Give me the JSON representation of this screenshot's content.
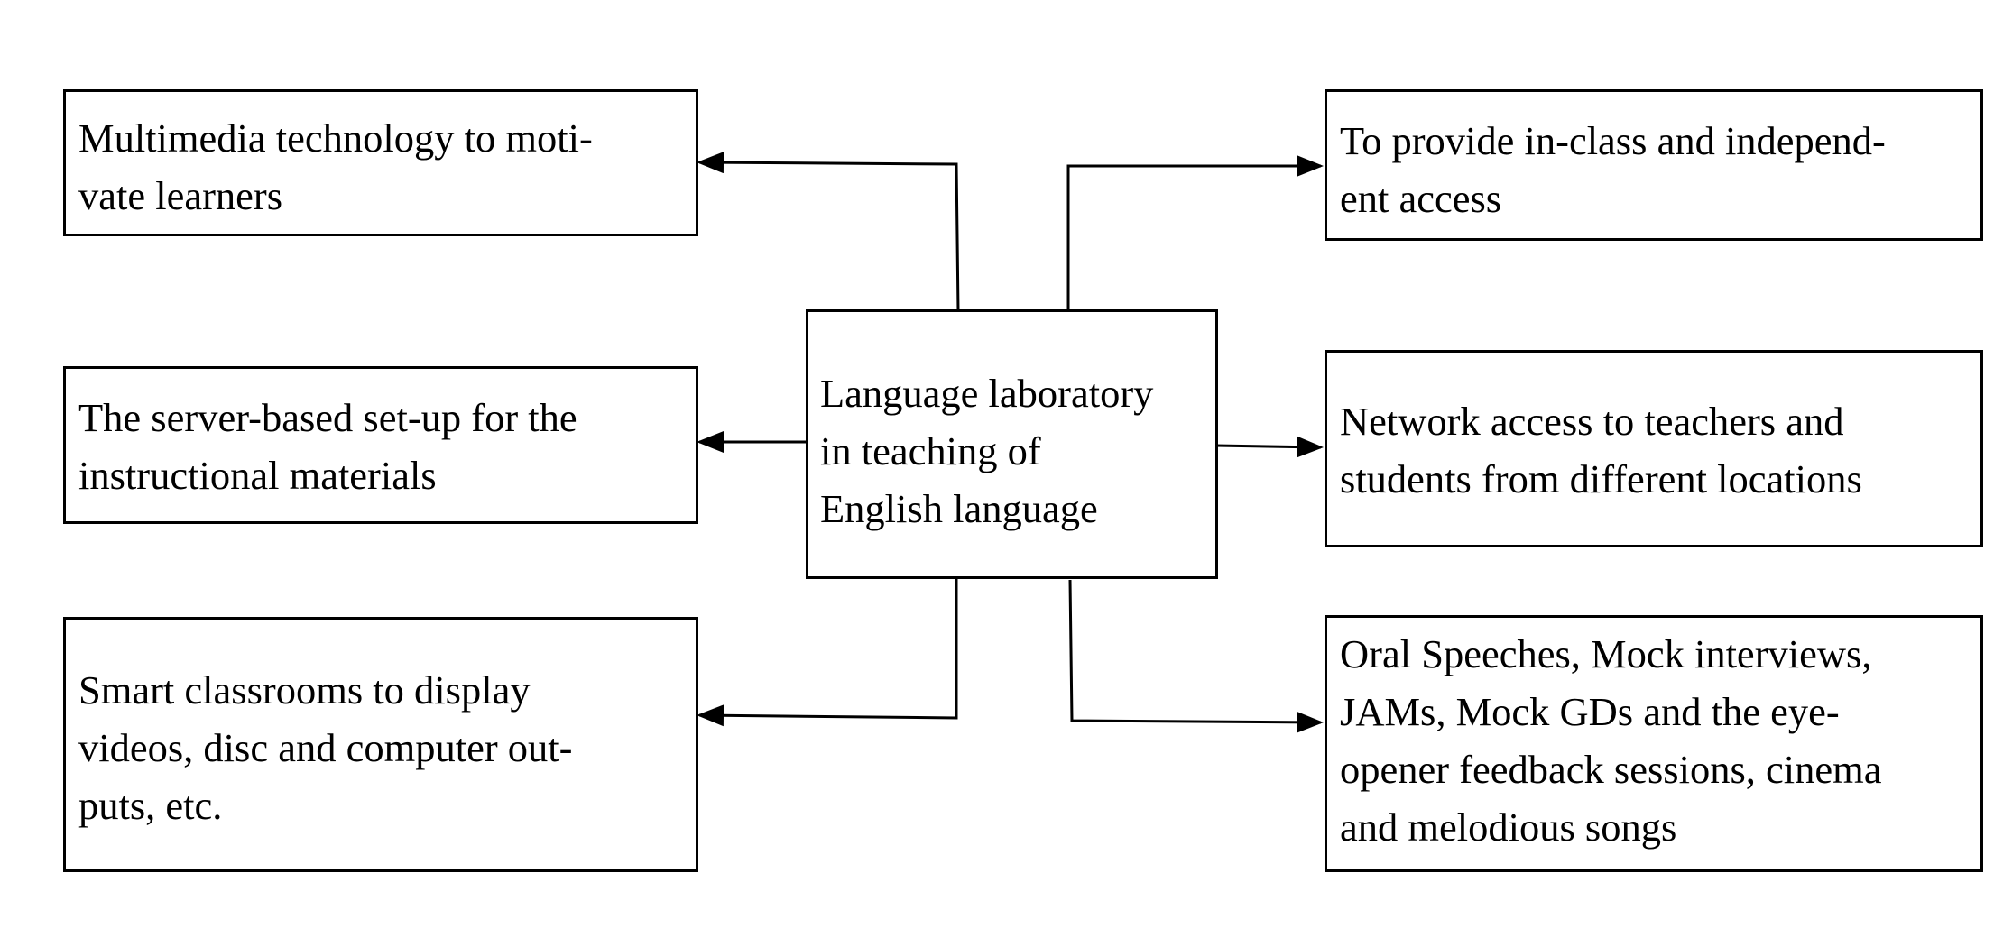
{
  "diagram": {
    "center": {
      "label": "Language laboratory\nin teaching of\nEnglish language"
    },
    "boxes": {
      "top_left": "Multimedia technology to moti-\nvate learners",
      "mid_left": "The server-based set-up for the\ninstructional materials",
      "bottom_left": "Smart classrooms to display\nvideos, disc and computer out-\nputs, etc.",
      "top_right": "To provide in-class and independ-\nent access",
      "mid_right": "Network access to teachers and\nstudents from different locations",
      "bottom_right": "Oral Speeches, Mock interviews,\nJAMs, Mock GDs and the eye-\nopener feedback sessions,  cinema\nand melodious songs"
    }
  }
}
